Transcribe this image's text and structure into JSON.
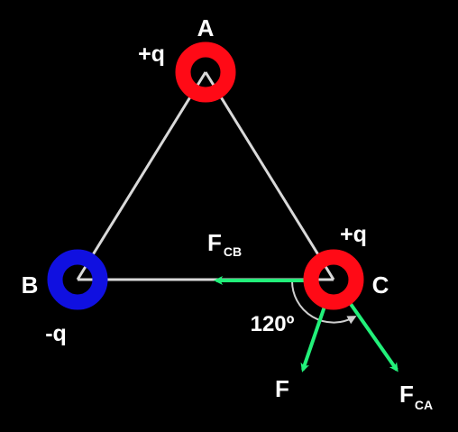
{
  "colors": {
    "background": "#000000",
    "positive_charge": "#ff0a16",
    "negative_charge": "#1010e0",
    "vector": "#22f07a",
    "edge": "#d9d9d9",
    "text": "#ffffff"
  },
  "charges": {
    "a": {
      "label": "A",
      "charge": "+q",
      "sign": "positive"
    },
    "b": {
      "label": "B",
      "charge": "-q",
      "sign": "negative"
    },
    "c": {
      "label": "C",
      "charge": "+q",
      "sign": "positive"
    }
  },
  "vectors": {
    "fcb": {
      "main": "F",
      "sub": "CB"
    },
    "fca": {
      "main": "F",
      "sub": "CA"
    },
    "f": {
      "main": "F"
    }
  },
  "angle": {
    "label": "120º"
  }
}
